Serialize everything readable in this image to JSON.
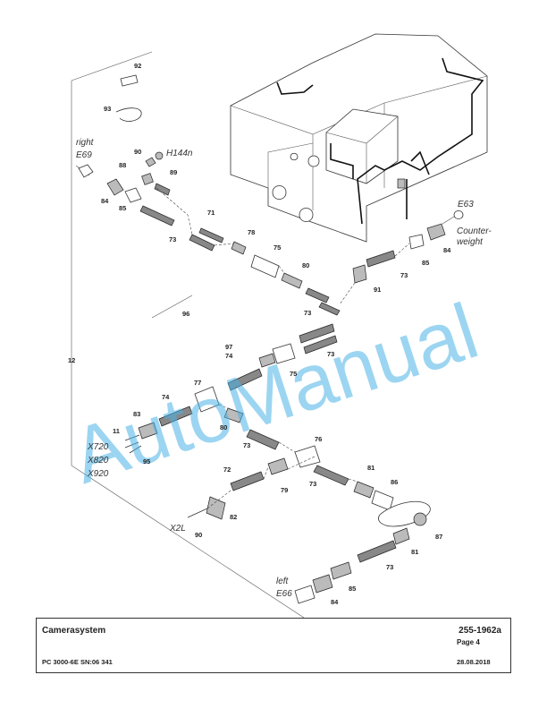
{
  "diagram": {
    "callouts": {
      "c92": "92",
      "c93": "93",
      "c90a": "90",
      "c88": "88",
      "c89": "89",
      "c84a": "84",
      "c85a": "85",
      "c73a": "73",
      "c71": "71",
      "c78": "78",
      "c75a": "75",
      "c80a": "80",
      "c73b": "73",
      "c91": "91",
      "c73c": "73",
      "c85b": "85",
      "c84b": "84",
      "c96": "96",
      "c12": "12",
      "c97": "97",
      "c74a": "74",
      "c73d": "73",
      "c75b": "75",
      "c77": "77",
      "c74b": "74",
      "c83": "83",
      "c80b": "80",
      "c11": "11",
      "c73e": "73",
      "c76": "76",
      "c95": "95",
      "c72": "72",
      "c79": "79",
      "c73f": "73",
      "c81a": "81",
      "c86": "86",
      "c82": "82",
      "c90b": "90",
      "c87": "87",
      "c81b": "81",
      "c73g": "73",
      "c85c": "85",
      "c84c": "84"
    },
    "labels": {
      "right": "right",
      "e69": "E69",
      "h144n": "H144n",
      "e63": "E63",
      "counter": "Counter-",
      "weight": "weight",
      "x720": "X720",
      "x820": "X820",
      "x920": "X920",
      "x2l": "X2L",
      "left": "left",
      "e66": "E66"
    },
    "watermark": "AutoManual"
  },
  "footer": {
    "title": "Camerasystem",
    "doc_number": "255-1962a",
    "page": "Page 4",
    "model": "PC 3000-6E SN:06 341",
    "date": "28.08.2018"
  }
}
